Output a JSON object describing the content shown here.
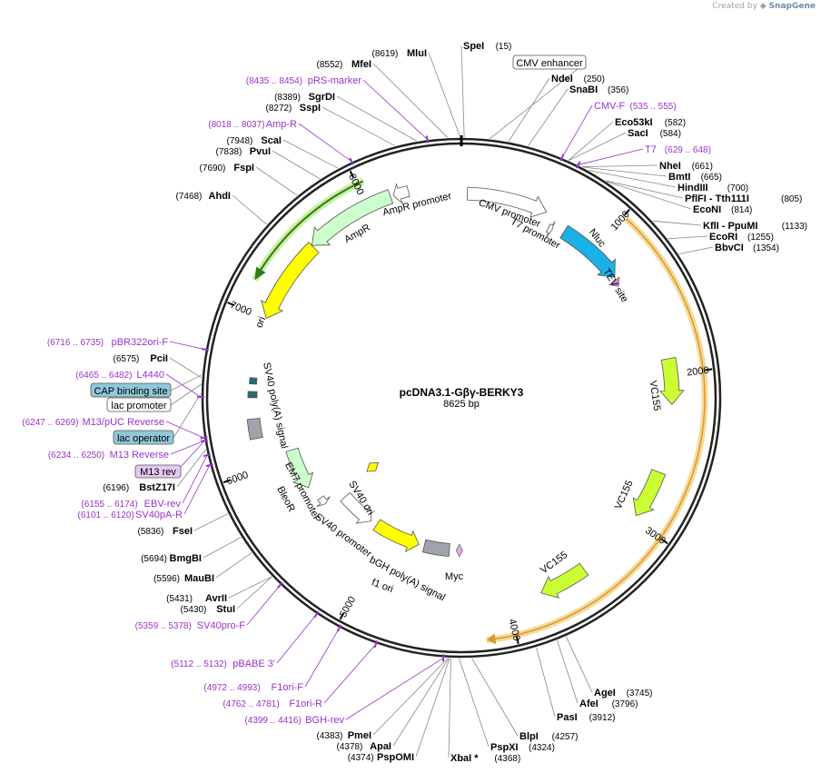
{
  "credit": {
    "prefix": "Created by",
    "brand": "SnapGene"
  },
  "map": {
    "name": "pcDNA3.1-Gβγ-BERKY3",
    "length": "8625 bp",
    "ticks": [
      "1000",
      "2000",
      "3000",
      "4000",
      "5000",
      "6000",
      "7000",
      "8000"
    ],
    "colors": {
      "backbone": "#222222",
      "enzyme_line": "#888888",
      "primer": "#9933cc",
      "orf_glow": "#f5c96e",
      "nluc": "#1ab0e8",
      "vc155": "#ccff33",
      "ori": "#ffff00",
      "ampr": "#ccffcc",
      "promoter": "#ffffff",
      "polyA": "#a0a4aa",
      "misc_blue": "#90c8d8"
    }
  },
  "enzymes": [
    {
      "name": "SpeI",
      "pos": "(15)"
    },
    {
      "name": "NdeI",
      "pos": "(250)"
    },
    {
      "name": "SnaBI",
      "pos": "(356)"
    },
    {
      "name": "Eco53kI",
      "pos": "(582)"
    },
    {
      "name": "SacI",
      "pos": "(584)"
    },
    {
      "name": "NheI",
      "pos": "(661)"
    },
    {
      "name": "BmtI",
      "pos": "(665)"
    },
    {
      "name": "HindIII",
      "pos": "(700)"
    },
    {
      "name": "PflFI - Tth111I",
      "pos": "(805)"
    },
    {
      "name": "EcoNI",
      "pos": "(814)"
    },
    {
      "name": "KflI - PpuMI",
      "pos": "(1133)"
    },
    {
      "name": "EcoRI",
      "pos": "(1255)"
    },
    {
      "name": "BbvCI",
      "pos": "(1354)"
    },
    {
      "name": "AgeI",
      "pos": "(3745)"
    },
    {
      "name": "AfeI",
      "pos": "(3796)"
    },
    {
      "name": "PasI",
      "pos": "(3912)"
    },
    {
      "name": "BlpI",
      "pos": "(4257)"
    },
    {
      "name": "PspXI",
      "pos": "(4324)"
    },
    {
      "name": "XbaI *",
      "pos": "(4368)"
    },
    {
      "name": "PspOMI",
      "pos": "(4374)"
    },
    {
      "name": "ApaI",
      "pos": "(4378)"
    },
    {
      "name": "PmeI",
      "pos": "(4383)"
    },
    {
      "name": "StuI",
      "pos": "(5430)"
    },
    {
      "name": "AvrII",
      "pos": "(5431)"
    },
    {
      "name": "MauBI",
      "pos": "(5596)"
    },
    {
      "name": "BmgBI",
      "pos": "(5694)"
    },
    {
      "name": "FseI",
      "pos": "(5836)"
    },
    {
      "name": "BstZ17I",
      "pos": "(6196)"
    },
    {
      "name": "PciI",
      "pos": "(6575)"
    },
    {
      "name": "AhdI",
      "pos": "(7468)"
    },
    {
      "name": "FspI",
      "pos": "(7690)"
    },
    {
      "name": "PvuI",
      "pos": "(7838)"
    },
    {
      "name": "ScaI",
      "pos": "(7948)"
    },
    {
      "name": "SspI",
      "pos": "(8272)"
    },
    {
      "name": "SgrDI",
      "pos": "(8389)"
    },
    {
      "name": "MfeI",
      "pos": "(8552)"
    },
    {
      "name": "MluI",
      "pos": "(8619)"
    }
  ],
  "primers": [
    {
      "name": "pRS-marker",
      "range": "(8435 .. 8454)"
    },
    {
      "name": "Amp-R",
      "range": "(8018 .. 8037)"
    },
    {
      "name": "CMV-F",
      "range": "(535 .. 555)"
    },
    {
      "name": "T7",
      "range": "(629 .. 648)"
    },
    {
      "name": "pBR322ori-F",
      "range": "(6716 .. 6735)"
    },
    {
      "name": "L4440",
      "range": "(6465 .. 6482)"
    },
    {
      "name": "M13/pUC Reverse",
      "range": "(6247 .. 6269)"
    },
    {
      "name": "M13 Reverse",
      "range": "(6234 .. 6250)"
    },
    {
      "name": "M13 rev",
      "range": ""
    },
    {
      "name": "EBV-rev",
      "range": "(6155 .. 6174)"
    },
    {
      "name": "SV40pA-R",
      "range": "(6101 .. 6120)"
    },
    {
      "name": "SV40pro-F",
      "range": "(5359 .. 5378)"
    },
    {
      "name": "pBABE 3'",
      "range": "(5112 .. 5132)"
    },
    {
      "name": "F1ori-F",
      "range": "(4972 .. 4993)"
    },
    {
      "name": "F1ori-R",
      "range": "(4762 .. 4781)"
    },
    {
      "name": "BGH-rev",
      "range": "(4399 .. 4416)"
    }
  ],
  "boxed_labels": [
    "CMV enhancer",
    "CAP binding site",
    "lac promoter",
    "lac operator"
  ],
  "features": [
    "CMV promoter",
    "T7 promoter",
    "Nluc",
    "TEV site",
    "VC155",
    "VC155",
    "VC155",
    "Myc",
    "bGH poly(A) signal",
    "f1 ori",
    "SV40 promoter",
    "SV40 ori",
    "EM7 promoter",
    "BleoR",
    "SV40 poly(A) signal",
    "ori",
    "AmpR",
    "AmpR promoter"
  ]
}
